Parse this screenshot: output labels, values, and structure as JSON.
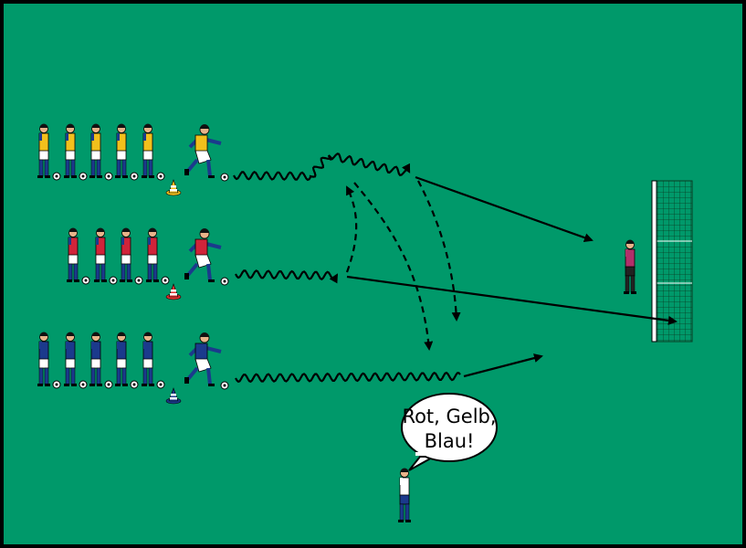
{
  "diagram": {
    "field_color": "#00996a",
    "speech_bubble": {
      "line1": "Rot, Gelb,",
      "line2": "Blau!"
    },
    "teams": [
      {
        "name": "yellow",
        "shirt": "#f2c01c",
        "sleeve": "#1b3a8c",
        "waiting_players": 5
      },
      {
        "name": "red",
        "shirt": "#d0243a",
        "sleeve": "#1b3a8c",
        "waiting_players": 4
      },
      {
        "name": "blue",
        "shirt": "#1b3a8c",
        "sleeve": "#1b3a8c",
        "waiting_players": 5
      }
    ],
    "cones": [
      {
        "team": "yellow",
        "color": "#f2c01c"
      },
      {
        "team": "red",
        "color": "#e03030"
      },
      {
        "team": "blue",
        "color": "#1b3a8c"
      }
    ],
    "goalkeeper_shirt": "#b0306a",
    "coach": {
      "shirt": "#ffffff",
      "trousers": "#1b3a8c"
    }
  }
}
